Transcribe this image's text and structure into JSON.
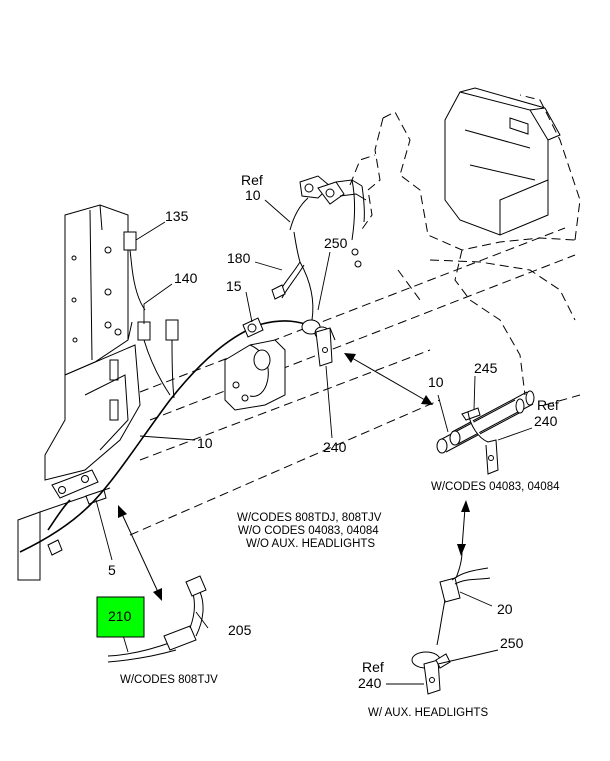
{
  "callouts": {
    "c135": "135",
    "c140": "140",
    "ref10_ref": "Ref",
    "ref10_num": "10",
    "c180": "180",
    "c250_top": "250",
    "c15": "15",
    "c10_mid": "10",
    "c240_mid": "240",
    "c5": "5",
    "c210": "210",
    "c205": "205",
    "c10_right": "10",
    "c245": "245",
    "ref240_ref": "Ref",
    "ref240_num": "240",
    "c20": "20",
    "c250_bottom": "250",
    "ref240b_ref": "Ref",
    "ref240b_num": "240"
  },
  "captions": {
    "codes_04083": "W/CODES 04083, 04084",
    "main_line1": "W/CODES 808TDJ, 808TJV",
    "main_line2": "W/O CODES 04083, 04084",
    "main_line3": "W/O AUX. HEADLIGHTS",
    "codes_808tjv": "W/CODES 808TJV",
    "aux_headlights": "W/ AUX. HEADLIGHTS"
  },
  "colors": {
    "highlight": "#00ff00",
    "line": "#000000",
    "background": "#ffffff"
  }
}
